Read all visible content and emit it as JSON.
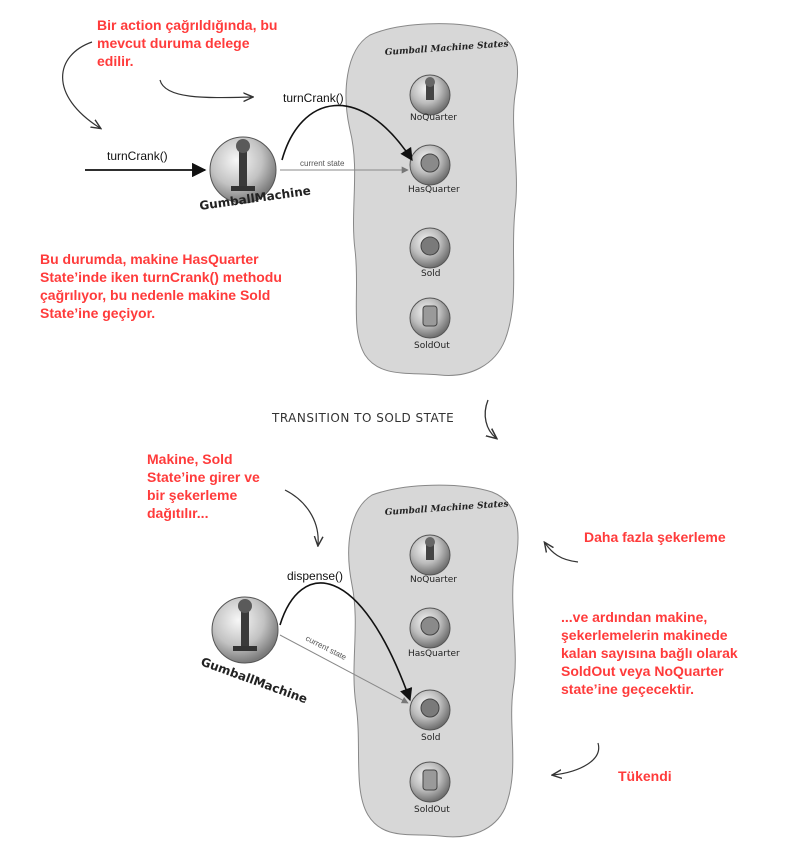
{
  "notes": {
    "delegate": "Bir action çağrıldığında, bu\nmevcut duruma delege\nedilir.",
    "has_quarter": "Bu durumda, makine HasQuarter\nState’inde iken turnCrank() methodu\nçağrılıyor, bu nedenle makine Sold\nState’ine geçiyor.",
    "enters_sold": "Makine, Sold\nState’ine girer ve\nbir şekerleme\ndağıtılır...",
    "more_candy": "Daha fazla şekerleme",
    "then": "...ve ardından makine,\nşekerlemelerin makinede\nkalan sayısına bağlı olarak\nSoldOut veya NoQuarter\nstate’ine geçecektir.",
    "sold_out": "Tükendi"
  },
  "top": {
    "panel_title": "Gumball Machine States",
    "method_in": "turnCrank()",
    "method_out": "turnCrank()",
    "current_state": "current state",
    "machine": "GumballMachine",
    "states": [
      "NoQuarter",
      "HasQuarter",
      "Sold",
      "SoldOut"
    ]
  },
  "transition": "TRANSITION TO SOLD STATE",
  "bottom": {
    "panel_title": "Gumball Machine States",
    "method_out": "dispense()",
    "current_state": "current state",
    "machine": "GumballMachine",
    "states": [
      "NoQuarter",
      "HasQuarter",
      "Sold",
      "SoldOut"
    ]
  },
  "colors": {
    "note": "#ff3b3b",
    "panel": "#d7d7d7",
    "arrow": "#111111"
  }
}
